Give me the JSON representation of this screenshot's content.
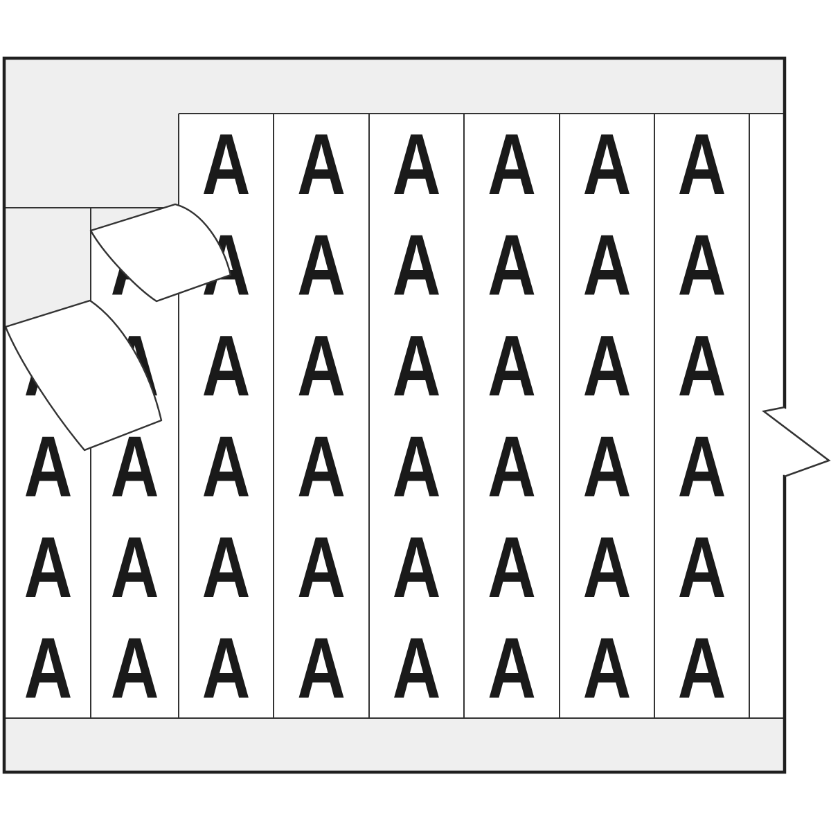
{
  "card": {
    "marker_letter": "A",
    "rows_per_strip": 6,
    "strip_count": 9,
    "peeling_label_count": 2,
    "strips": [
      {
        "visible_rows": [
          3,
          4,
          5,
          6
        ]
      },
      {
        "visible_rows": [
          2,
          3,
          4,
          5,
          6
        ]
      },
      {
        "visible_rows": [
          1,
          2,
          3,
          4,
          5,
          6
        ]
      },
      {
        "visible_rows": [
          1,
          2,
          3,
          4,
          5,
          6
        ]
      },
      {
        "visible_rows": [
          1,
          2,
          3,
          4,
          5,
          6
        ]
      },
      {
        "visible_rows": [
          1,
          2,
          3,
          4,
          5,
          6
        ]
      },
      {
        "visible_rows": [
          1,
          2,
          3,
          4,
          5,
          6
        ]
      },
      {
        "visible_rows": [
          1,
          2,
          3,
          4,
          5,
          6
        ]
      },
      {
        "visible_rows": []
      }
    ],
    "colors": {
      "page-bg": "#ffffff",
      "liner": "#efefef",
      "strip": "#ffffff",
      "line": "#333333",
      "border": "#1f1f1f",
      "marker": "#1a1a1a"
    }
  }
}
